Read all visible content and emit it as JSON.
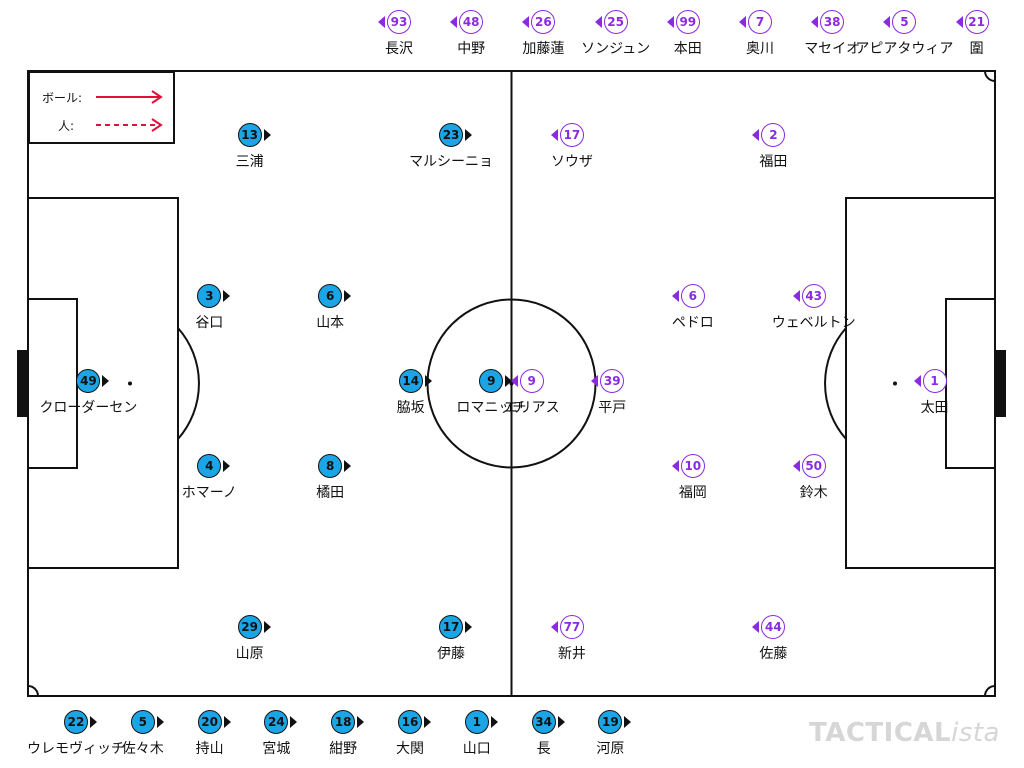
{
  "legend": {
    "ball_label": "ボール:",
    "person_label": "人:",
    "arrow_color": "#e0103c"
  },
  "colors": {
    "home": "#1aa6e6",
    "away": "#8a2be2",
    "lines": "#111111"
  },
  "watermark": {
    "main": "TACTICAL",
    "suffix": "ista"
  },
  "home_starters": [
    {
      "num": "49",
      "name": "クローダーセン",
      "col": 2,
      "row": 3
    },
    {
      "num": "3",
      "name": "谷口",
      "col": 5,
      "row": 2
    },
    {
      "num": "4",
      "name": "ホマーノ",
      "col": 5,
      "row": 4
    },
    {
      "num": "13",
      "name": "三浦",
      "col": 6,
      "row": 1
    },
    {
      "num": "29",
      "name": "山原",
      "col": 6,
      "row": 5
    },
    {
      "num": "6",
      "name": "山本",
      "col": 8,
      "row": 2
    },
    {
      "num": "8",
      "name": "橘田",
      "col": 8,
      "row": 4
    },
    {
      "num": "14",
      "name": "脇坂",
      "col": 10,
      "row": 3
    },
    {
      "num": "23",
      "name": "マルシーニョ",
      "col": 11,
      "row": 1
    },
    {
      "num": "17",
      "name": "伊藤",
      "col": 11,
      "row": 5
    },
    {
      "num": "9",
      "name": "ロマニッチ",
      "col": 12,
      "row": 3
    }
  ],
  "away_starters": [
    {
      "num": "9",
      "name": "エリアス",
      "col": 13,
      "row": 3
    },
    {
      "num": "17",
      "name": "ソウザ",
      "col": 14,
      "row": 1
    },
    {
      "num": "77",
      "name": "新井",
      "col": 14,
      "row": 5
    },
    {
      "num": "39",
      "name": "平戸",
      "col": 15,
      "row": 3
    },
    {
      "num": "6",
      "name": "ペドロ",
      "col": 17,
      "row": 2
    },
    {
      "num": "10",
      "name": "福岡",
      "col": 17,
      "row": 4
    },
    {
      "num": "2",
      "name": "福田",
      "col": 19,
      "row": 1
    },
    {
      "num": "44",
      "name": "佐藤",
      "col": 19,
      "row": 5
    },
    {
      "num": "43",
      "name": "ウェベルトン",
      "col": 20,
      "row": 2
    },
    {
      "num": "50",
      "name": "鈴木",
      "col": 20,
      "row": 4
    },
    {
      "num": "1",
      "name": "太田",
      "col": 23,
      "row": 3
    }
  ],
  "away_bench": [
    {
      "num": "93",
      "name": "長沢"
    },
    {
      "num": "48",
      "name": "中野"
    },
    {
      "num": "26",
      "name": "加藤蓮"
    },
    {
      "num": "25",
      "name": "ソンジュン"
    },
    {
      "num": "99",
      "name": "本田"
    },
    {
      "num": "7",
      "name": "奥川"
    },
    {
      "num": "38",
      "name": "マセイオ"
    },
    {
      "num": "5",
      "name": "アピアタウィア"
    },
    {
      "num": "21",
      "name": "圍"
    }
  ],
  "home_bench": [
    {
      "num": "22",
      "name": "ウレモヴィッチ"
    },
    {
      "num": "5",
      "name": "佐々木"
    },
    {
      "num": "20",
      "name": "持山"
    },
    {
      "num": "24",
      "name": "宮城"
    },
    {
      "num": "18",
      "name": "紺野"
    },
    {
      "num": "16",
      "name": "大関"
    },
    {
      "num": "1",
      "name": "山口"
    },
    {
      "num": "34",
      "name": "長"
    },
    {
      "num": "19",
      "name": "河原"
    }
  ]
}
